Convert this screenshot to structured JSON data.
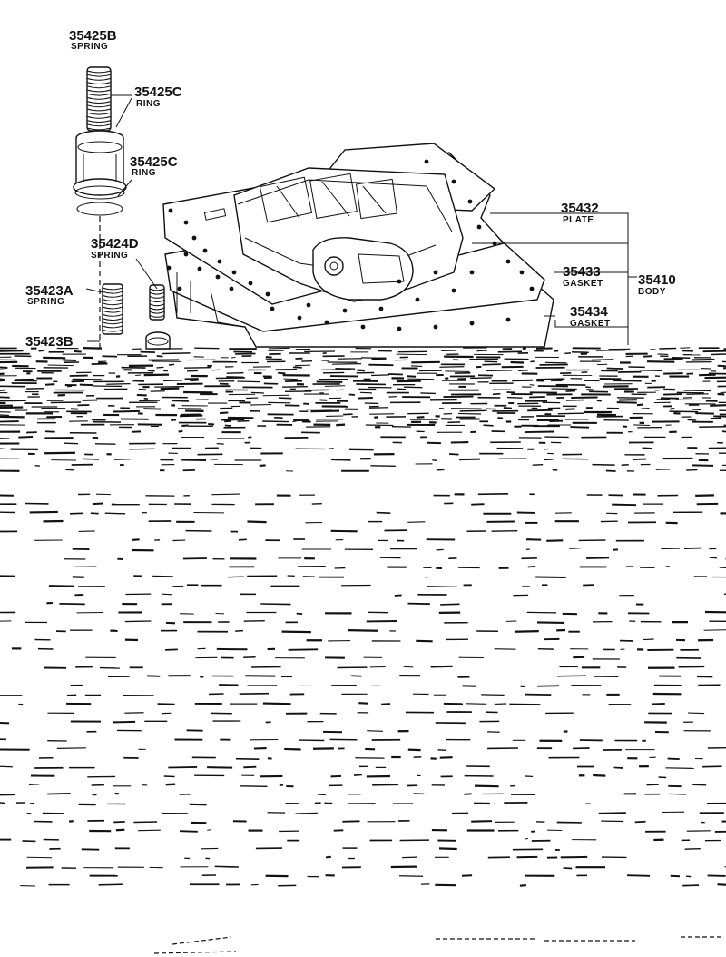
{
  "diagram": {
    "labels": {
      "p35425b": {
        "number": "35425B",
        "name": "SPRING"
      },
      "p35425c_top": {
        "number": "35425C",
        "name": "RING"
      },
      "p35425c_bottom": {
        "number": "35425C",
        "name": "RING"
      },
      "p35424d": {
        "number": "35424D",
        "name": "SPRING"
      },
      "p35423a": {
        "number": "35423A",
        "name": "SPRING"
      },
      "p35423b": {
        "number": "35423B",
        "name": ""
      },
      "p35432": {
        "number": "35432",
        "name": "PLATE"
      },
      "p35433": {
        "number": "35433",
        "name": "GASKET"
      },
      "p35434": {
        "number": "35434",
        "name": "GASKET"
      },
      "p35410": {
        "number": "35410",
        "name": "BODY"
      }
    }
  }
}
